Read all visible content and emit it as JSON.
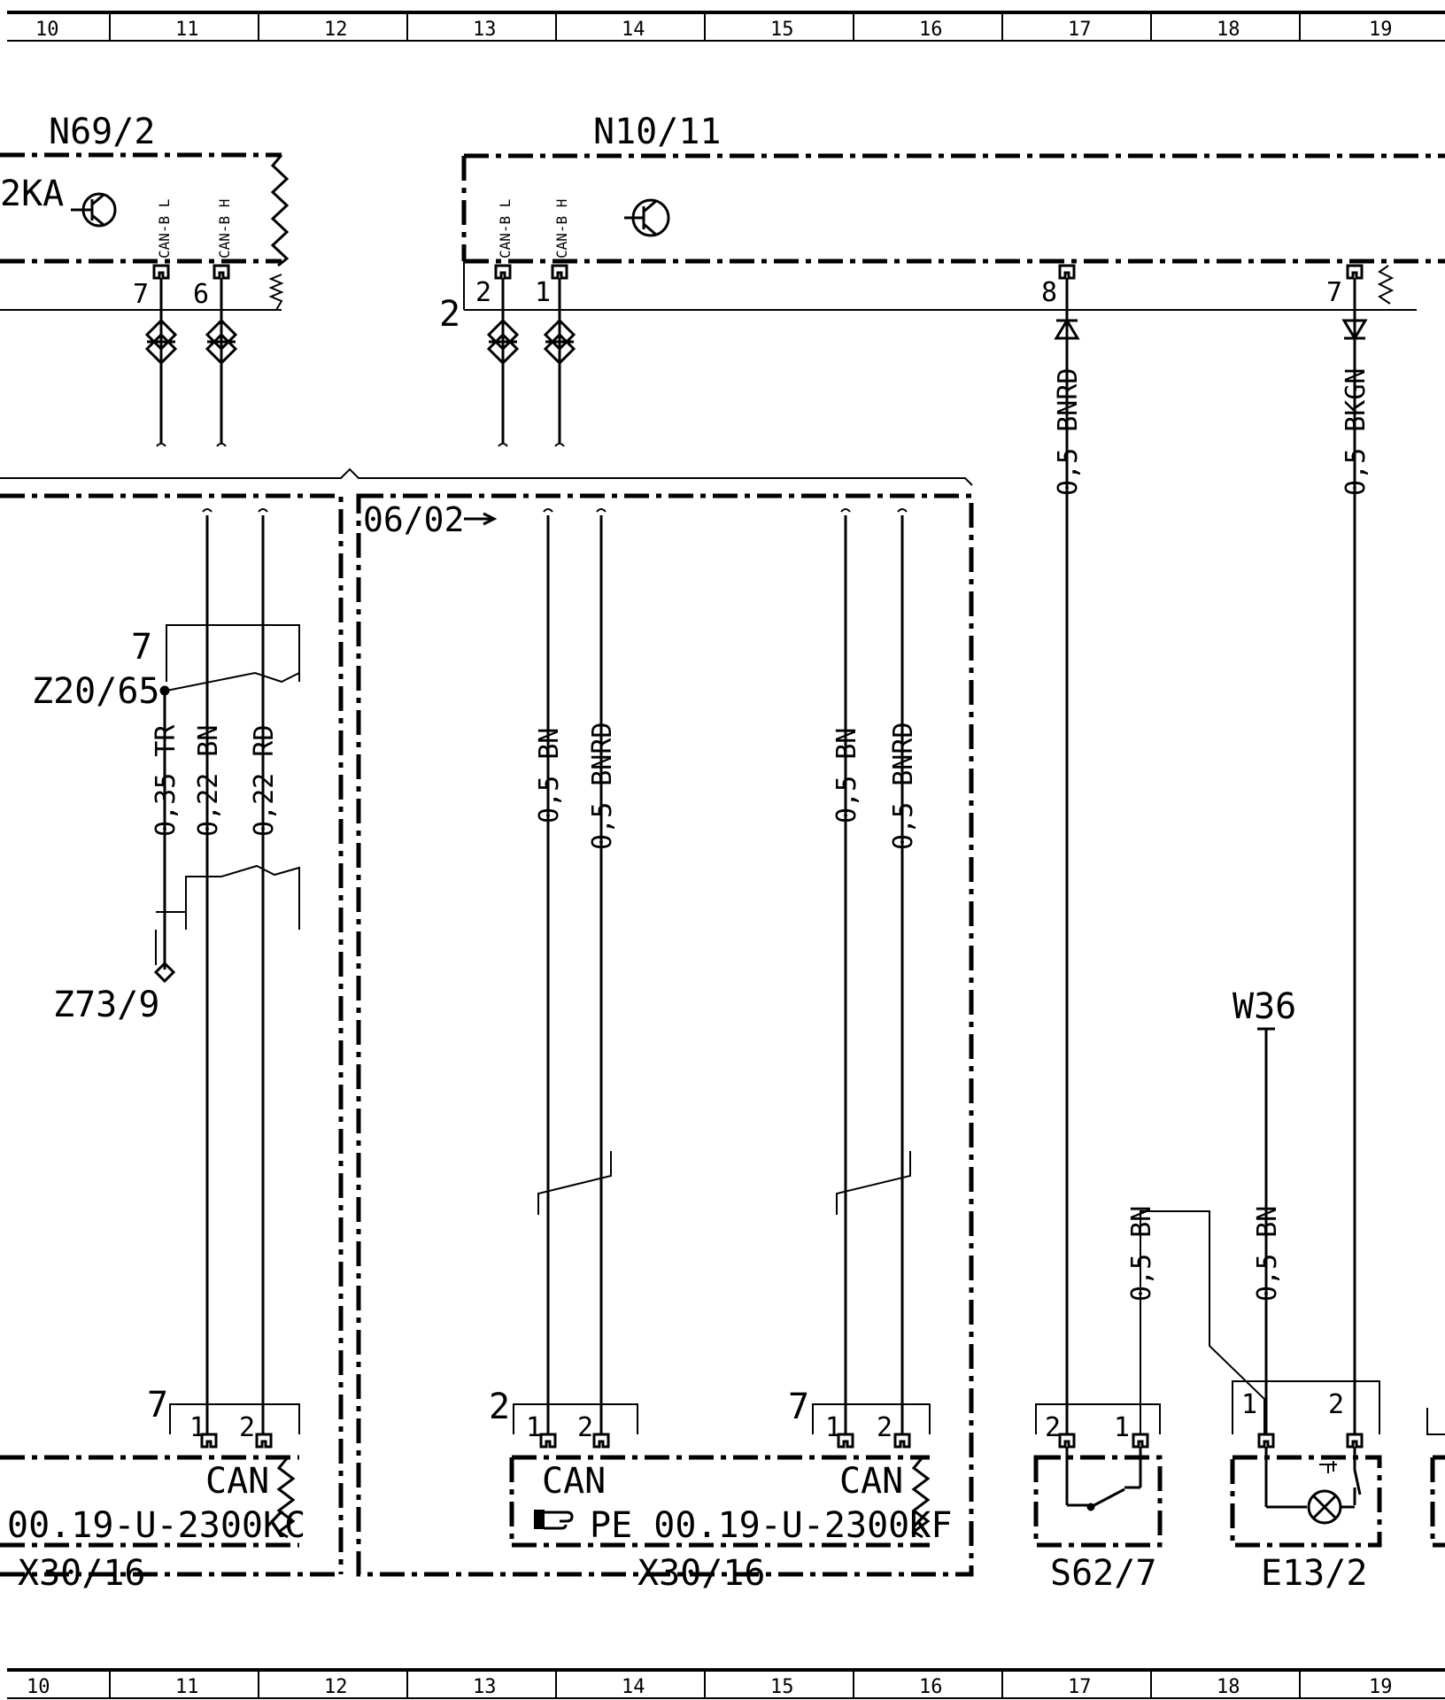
{
  "grid": {
    "columns": [
      "10",
      "11",
      "12",
      "13",
      "14",
      "15",
      "16",
      "17",
      "18",
      "19"
    ]
  },
  "components": {
    "n69_2": {
      "label": "N69/2",
      "partial_text": "2KA",
      "pin_l_num": "7",
      "pin_h_num": "6",
      "sig_l": "CAN-B L",
      "sig_h": "CAN-B H"
    },
    "n10_11": {
      "label": "N10/11",
      "pin_l_num": "2",
      "pin_h_num": "1",
      "pin_8": "8",
      "pin_7": "7",
      "side_num": "2",
      "sig_l": "CAN-B L",
      "sig_h": "CAN-B H"
    },
    "z20_65": {
      "label": "Z20/65",
      "num": "7"
    },
    "z73_9": {
      "label": "Z73/9"
    },
    "w36": {
      "label": "W36"
    },
    "x30_16_left": {
      "label": "X30/16",
      "code": "00.19-U-2300KC",
      "bus": "CAN",
      "group": "7",
      "pin1": "1",
      "pin2": "2"
    },
    "x30_16_mid": {
      "label": "X30/16",
      "code": "PE 00.19-U-2300KF",
      "bus_a": "CAN",
      "bus_b": "CAN",
      "group_a": "2",
      "group_b": "7",
      "pin1": "1",
      "pin2": "2"
    },
    "s62_7": {
      "label": "S62/7",
      "pin2": "2",
      "pin1": "1"
    },
    "e13_2": {
      "label": "E13/2",
      "pin1": "1",
      "pin2": "2"
    }
  },
  "section_ref": "06/02",
  "wires": {
    "w1": "0,35 TR",
    "w2": "0,22 BN",
    "w3": "0,22 RD",
    "w4": "0,5 BN",
    "w5": "0,5 BNRD",
    "w6": "0,5 BN",
    "w7": "0,5 BNRD",
    "w8": "0,5 BNRD",
    "w9": "0,5 BKGN",
    "w10": "0,5 BN",
    "w11": "0,5 BN"
  }
}
